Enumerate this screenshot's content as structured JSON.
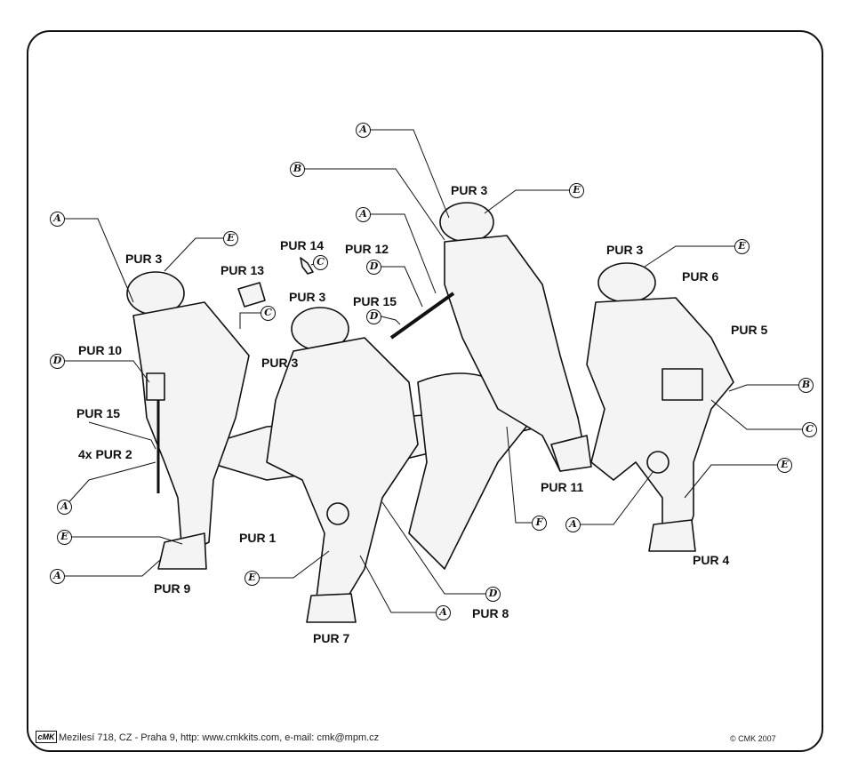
{
  "sheet": {
    "brand_logo": "cMK",
    "footer_text": "Mezilesí 718, CZ - Praha 9,  http: www.cmkkits.com, e-mail: cmk@mpm.cz",
    "copyright": "© CMK 2007"
  },
  "part_labels": {
    "pur3_left": "PUR 3",
    "pur13": "PUR 13",
    "pur14": "PUR 14",
    "pur12": "PUR 12",
    "pur3_top": "PUR 3",
    "pur3_right": "PUR 3",
    "pur6": "PUR 6",
    "pur5": "PUR 5",
    "pur15_mid": "PUR 15",
    "pur3_mid1": "PUR 3",
    "pur3_mid2": "PUR 3",
    "pur10": "PUR 10",
    "pur15_left": "PUR 15",
    "pur2": "4x PUR 2",
    "pur1": "PUR 1",
    "pur9": "PUR 9",
    "pur7": "PUR 7",
    "pur8": "PUR 8",
    "pur11": "PUR 11",
    "pur4": "PUR 4"
  },
  "callouts": {
    "a": "A",
    "b": "B",
    "c": "C",
    "d": "D",
    "e": "E",
    "f": "F"
  }
}
